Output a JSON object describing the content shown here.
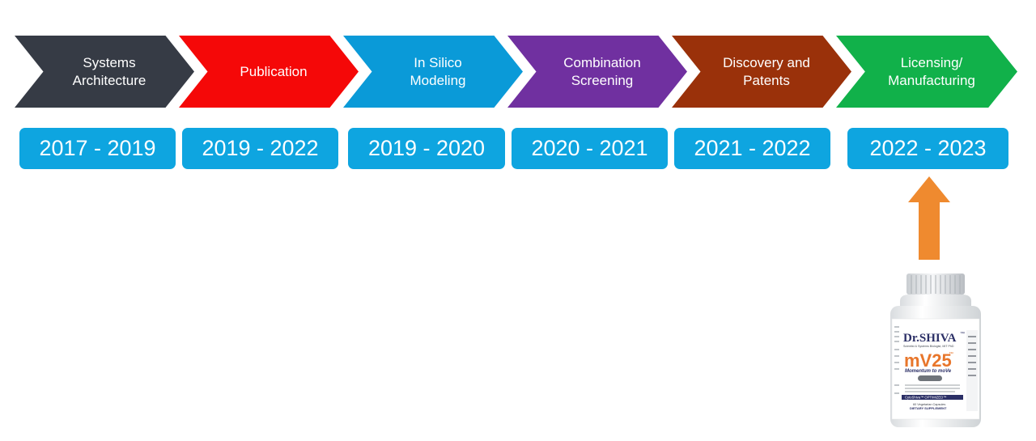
{
  "stages": [
    {
      "label": "Systems\nArchitecture",
      "years": "2017 - 2019",
      "color": "#363b45"
    },
    {
      "label": "Publication",
      "years": "2019 - 2022",
      "color": "#f50808"
    },
    {
      "label": "In Silico\nModeling",
      "years": "2019 - 2020",
      "color": "#0a9ad8"
    },
    {
      "label": "Combination\nScreening",
      "years": "2020 - 2021",
      "color": "#7030a0"
    },
    {
      "label": "Discovery and\nPatents",
      "years": "2021 - 2022",
      "color": "#9a310a"
    },
    {
      "label": "Licensing/\nManufacturing",
      "years": "2022 - 2023",
      "color": "#11b14a"
    }
  ],
  "arrow_color": "#ef8a2f",
  "product": {
    "brand": "Dr.SHIVA",
    "brand_tm": "™",
    "tagline": "Scientist & Systems Biologist, MIT PhD",
    "name": "mV25",
    "name_tm": "™",
    "subtitle": "Momentum to moVe",
    "formula": "CytoShiva™ OPTIMIZED™",
    "count": "60 Vegetarian Capsules",
    "type": "DIETARY SUPPLEMENT"
  }
}
